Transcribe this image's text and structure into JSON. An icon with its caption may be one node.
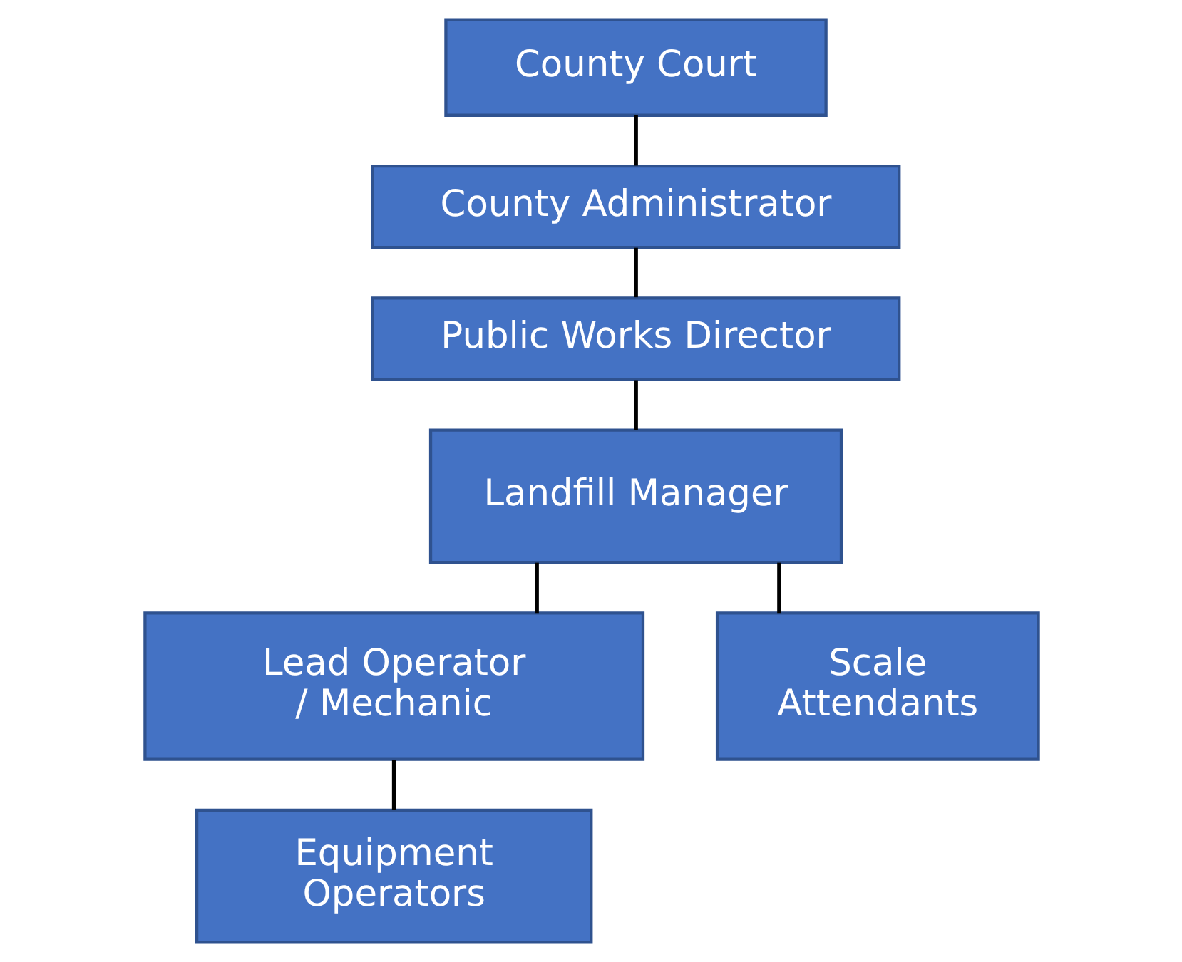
{
  "diagram": {
    "nodes": [
      {
        "text": [
          "County Court"
        ]
      },
      {
        "text": [
          "County Administrator"
        ]
      },
      {
        "text": [
          "Public Works Director"
        ]
      },
      {
        "text": [
          "Landfill Manager"
        ]
      },
      {
        "text": [
          "Lead Operator / Mechanic"
        ]
      },
      {
        "text": [
          "Scale Attendants"
        ]
      },
      {
        "text": [
          "Equipment Operators"
        ]
      }
    ],
    "edges": [
      {
        "from": 0,
        "to": 1,
        "arrow": "none"
      },
      {
        "from": 1,
        "to": 2,
        "arrow": "none"
      },
      {
        "from": 2,
        "to": 3,
        "arrow": "none"
      },
      {
        "from": 3,
        "to": 4,
        "arrow": "none"
      },
      {
        "from": 3,
        "to": 5,
        "arrow": "none"
      },
      {
        "from": 4,
        "to": 6,
        "arrow": "none"
      }
    ]
  }
}
